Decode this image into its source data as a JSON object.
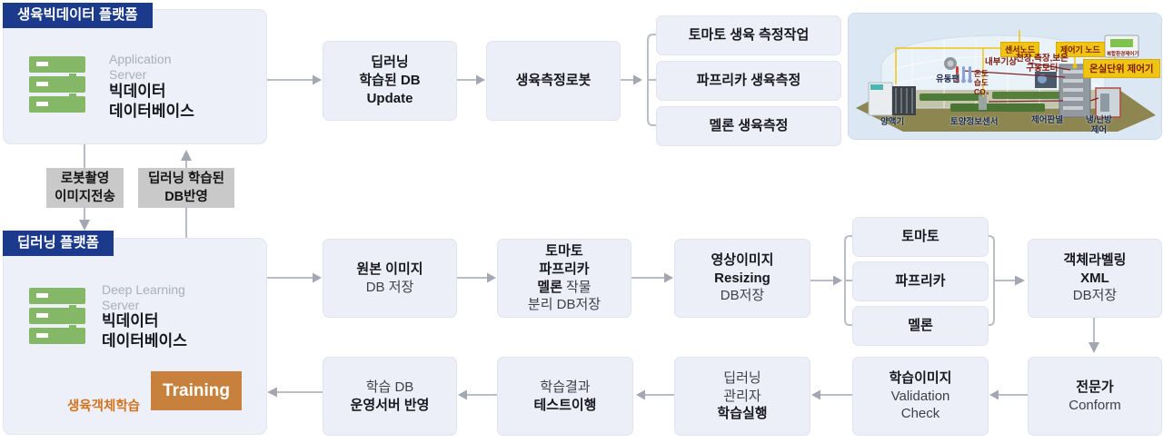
{
  "platform_top": {
    "badge": "생육빅데이터 플랫폼",
    "server_role_l1": "Application",
    "server_role_l2": "Server",
    "server_name_l1": "빅데이터",
    "server_name_l2": "데이터베이스"
  },
  "platform_deep": {
    "badge": "딥러닝 플랫폼",
    "server_role_l1": "Deep Learning",
    "server_role_l2": "Server",
    "server_name_l1": "빅데이터",
    "server_name_l2": "데이터베이스",
    "training": "Training",
    "training_caption": "생육객체학습"
  },
  "transfers": {
    "robot_upload_l1": "로봇촬영",
    "robot_upload_l2": "이미지전송",
    "db_reflect_l1": "딥러닝 학습된",
    "db_reflect_l2": "DB반영"
  },
  "top_flow": {
    "db_update_l1": "딥러닝",
    "db_update_l2": "학습된 DB",
    "db_update_l3": "Update",
    "robot": "생육측정로봇",
    "tasks": [
      "토마토 생육 측정작업",
      "파프리카 생육측정",
      "멜론 생육측정"
    ]
  },
  "bottom_flow": {
    "original_l1": "원본 이미지",
    "original_l2": "DB 저장",
    "split_l1": "토마토",
    "split_l2": "파프리카",
    "split_l3a": "멜론",
    "split_l3b": "작물",
    "split_l4": "분리 DB저장",
    "resize_l1": "영상이미지",
    "resize_l2": "Resizing",
    "resize_l3": "DB저장",
    "crops": [
      "토마토",
      "파프리카",
      "멜론"
    ],
    "label_l1": "객체라벨링",
    "label_l2": "XML",
    "label_l3": "DB저장",
    "expert_l1": "전문가",
    "expert_l2": "Conform",
    "validation_l1": "학습이미지",
    "validation_l2": "Validation",
    "validation_l3": "Check",
    "train_exec_l1": "딥러닝",
    "train_exec_l2": "관리자",
    "train_exec_l3": "학습실행",
    "test_l1": "학습결과",
    "test_l2": "테스트이행",
    "deploy_l1": "학습 DB",
    "deploy_l2": "운영서버 반영"
  },
  "greenhouse": {
    "sensor_node": "센서노드",
    "controller_node": "제어기 노드",
    "unit_controller": "온실단위 제어기",
    "device_caption": "복합환경제어기",
    "inner_weather": "내부기상",
    "motor_l1": "천장,측장,보온",
    "motor_l2": "구동모터",
    "temp": "온도",
    "humidity": "습도",
    "co2": "CO₂",
    "fan": "유동팬",
    "nutrient": "양액기",
    "soil_sensor": "토양정보센서",
    "control_panel": "제어판넬",
    "hvac_l1": "냉/난방",
    "hvac_l2": "제어"
  },
  "colors": {
    "navy_badge": "#1b3a8c",
    "node_fill": "#edeff8",
    "server_green": "#84b766",
    "arrow_gray": "#b9bdc7",
    "slate_arrow": "#53646f",
    "training_orange": "#c8813c",
    "caption_orange": "#d2741f",
    "gray_label": "#c9c9c9",
    "yellow_label": "#efc414",
    "dark_red": "#7c1a10"
  }
}
